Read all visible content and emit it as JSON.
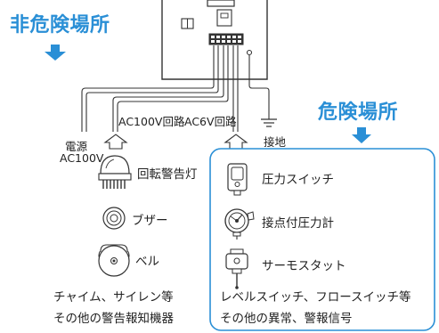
{
  "zones": {
    "non_hazardous": {
      "title": "非危険場所"
    },
    "hazardous": {
      "title": "危険場所"
    }
  },
  "circuits": {
    "ac100v": "AC100V回路",
    "ac6v": "AC6V回路"
  },
  "power": {
    "label_line1": "電源",
    "label_line2": "AC100V"
  },
  "ground": {
    "label": "接地"
  },
  "alarm_devices": {
    "rotating_light": "回転警告灯",
    "buzzer": "ブザー",
    "bell": "ベル"
  },
  "alarm_note": {
    "line1": "チャイム、サイレン等",
    "line2": "その他の警告報知機器"
  },
  "sensors": {
    "pressure_switch": "圧力スイッチ",
    "contact_gauge": "接点付圧力計",
    "thermostat": "サーモスタット"
  },
  "sensor_note": {
    "line1": "レベルスイッチ、フロースイッチ等",
    "line2": "その他の異常、警報信号"
  },
  "colors": {
    "accent": "#2a8fd6",
    "line": "#333333"
  }
}
